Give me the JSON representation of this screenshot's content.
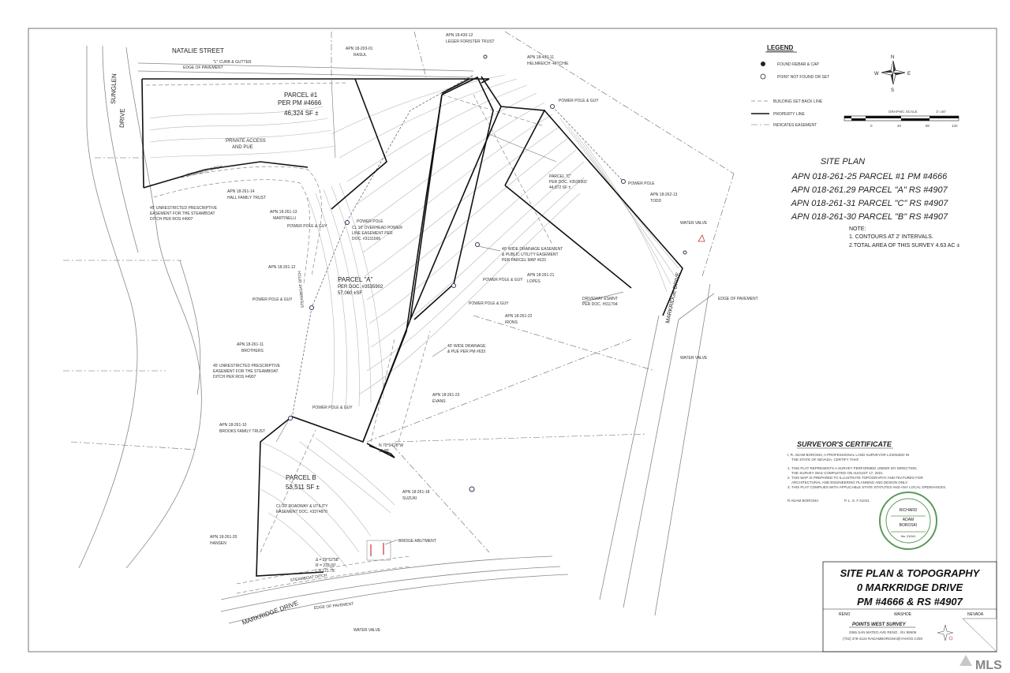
{
  "streets": {
    "natalie": "NATALIE STREET",
    "sunglen": "SUNGLEN",
    "sunglen2": "DRIVE",
    "markridge_lower": "MARKRIDGE DRIVE",
    "markridge_right": "MARKRIDGE DRIVE",
    "edge_pavement": "EDGE OF PAVEMENT",
    "curb": "\"L\" CURB & GUTTER"
  },
  "apn_labels": [
    {
      "apn": "APN 18-203-01",
      "owner": "RASUL"
    },
    {
      "apn": "APN 18-430-12",
      "owner": "LEGER FORISTER TRUST"
    },
    {
      "apn": "APN 18-430-11",
      "owner": "HELMREICH -RITCHIE"
    },
    {
      "apn": "APN 18-261-14",
      "owner": "HALL FAMILY TRUST"
    },
    {
      "apn": "APN 18-261-13",
      "owner": "MARTINELLI"
    },
    {
      "apn": "APN 18-261-12",
      "owner": ""
    },
    {
      "apn": "APN 18-261-11",
      "owner": "BROTHERS"
    },
    {
      "apn": "APN 18-261-10",
      "owner": "BROOKS FAMILY TRUST"
    },
    {
      "apn": "APN 18-261-20",
      "owner": "HANSEN"
    },
    {
      "apn": "APN 18-261-18",
      "owner": "SUZUKI"
    },
    {
      "apn": "APN 18-261-23",
      "owner": "EVANS"
    },
    {
      "apn": "APN 18-261-22",
      "owner": "IRONS"
    },
    {
      "apn": "APN 18-261-21",
      "owner": "LOPES"
    },
    {
      "apn": "APN 18-262-13",
      "owner": "TODD"
    }
  ],
  "parcels": {
    "p1": {
      "name": "PARCEL #1",
      "ref": "PER PM #4666",
      "area": "46,324 SF ±"
    },
    "pa": {
      "name": "PARCEL \"A\"",
      "ref": "PER DOC. #3535902",
      "area": "57,060 ±SF"
    },
    "pb": {
      "name": "PARCEL B",
      "area": "53,511 SF ±"
    },
    "pc": {
      "name": "PARCEL \"C\"",
      "ref": "PER DOC. #3535902",
      "area": "44,872 SF ±"
    }
  },
  "annotations": {
    "private_access": "PRIVATE ACCESS",
    "and_pue": "AND PUE",
    "steamboat_ditch": "STEAMBOAT DITCH",
    "easement1_l1": "45' UNRESTRICTED PRESCRIPTIVE",
    "easement1_l2": "EASEMENT FOR THE STEAMBOAT",
    "easement1_l3": "DITCH PER ROS #4907",
    "ohl_l1": "CL 10' OVERHEAD POWER",
    "ohl_l2": "LINE EASEMENT PER",
    "ohl_l3": "DOC. #3131566",
    "drain_l1": "40' WIDE DRAINAGE EASEMENT",
    "drain_l2": "& PUBLIC UTILITY EASEMENT",
    "drain_l3": "PER PARCEL MAP #633",
    "drain2_l1": "40' WIDE DRAINAGE",
    "drain2_l2": "& PUE PER PM #633",
    "road_l1": "CL 20' ROADWAY & UTILITY",
    "road_l2": "EASEMENT DOC. #3374870",
    "driveway_l1": "DRIVEWAY ESMNT",
    "driveway_l2": "PER DOC. #511794",
    "power_pole": "POWER POLE",
    "power_pole_guy": "POWER POLE & GUY",
    "water_valve": "WATER VALVE",
    "bridge": "BRIDGE ABUTMENT",
    "curve_delta": "Δ = 29°52'58\"",
    "curve_r": "R = 233.00'",
    "curve_l": "L = 121.75'",
    "bearing_tie": "N 70°04'28\"W",
    "bearing_tie_dist": "19.85'"
  },
  "legend": {
    "title": "LEGEND",
    "rebar": "FOUND REBAR & CAP",
    "not_found": "POINT NOT FOUND OR SET",
    "setback": "BUILDING SET BACK LINE",
    "property": "PROPERTY LINE",
    "easement": "INDICATES EASEMENT",
    "scale_title": "GRAPHIC SCALE",
    "scale_ratio": "1\"=40'",
    "scale_ticks": [
      "0",
      "40",
      "80",
      "120"
    ],
    "compass": {
      "n": "N",
      "s": "S",
      "e": "E",
      "w": "W"
    }
  },
  "site_plan": {
    "title": "SITE PLAN",
    "lines": [
      "APN 018-261-25 PARCEL #1  PM #4666",
      "APN 018-261.29 PARCEL \"A\" RS #4907",
      "APN 018-261-31 PARCEL \"C\" RS #4907",
      "APN 018-261-30 PARCEL \"B\" RS #4907"
    ],
    "note_title": "NOTE:",
    "notes": [
      "1. CONTOURS AT 2' INTERVALS.",
      "2.TOTAL AREA OF THIS SURVEY 4.63 AC ±"
    ]
  },
  "certificate": {
    "title": "SURVEYOR'S CERTIFICATE",
    "lines": [
      "I, R. ADAM BOROSKI, A PROFESSIONAL LAND SURVEYOR LICENSED IN",
      "THE STATE OF NEVADA, CERTIFY THAT:",
      "1. THIS PLAT REPRESENTS A SURVEY PERFORMED UNDER MY DIRECTION.",
      "THE SURVEY WAS COMPLETED ON AUGUST 17, 2021",
      "2. THIS MAP IS PREPARED TO ILLUSTRATE TOPOGRAPHY AND FEATURES FOR",
      "ARCHITECTURAL AND ENGINEERING PLANNING AND DESIGN ONLY.",
      "3. THIS PLAT COMPLIES WITH APPLICABLE STATE STATUTES AND ANY LOCAL ORDINANCES."
    ],
    "signer": "R ADAM BOROSKI",
    "pls": "P. L. S. # 21041",
    "seal": [
      "RICHARD",
      "ADAM",
      "BOROSKI",
      "No. 21041"
    ]
  },
  "title_block": {
    "l1": "SITE PLAN & TOPOGRAPHY",
    "l2": "0 MARKRIDGE DRIVE",
    "l3": "PM #4666  & RS #4907",
    "city": "RENO",
    "county": "WASHOE",
    "state": "NEVADA",
    "firm": "POINTS WEST SURVEY",
    "address": "3365 SAN MATEO AVE RENO , NV 89509",
    "contact": "(702) 378-4124   RADAMBOROSKI@YAHOO.COM"
  },
  "watermark": "MLS"
}
